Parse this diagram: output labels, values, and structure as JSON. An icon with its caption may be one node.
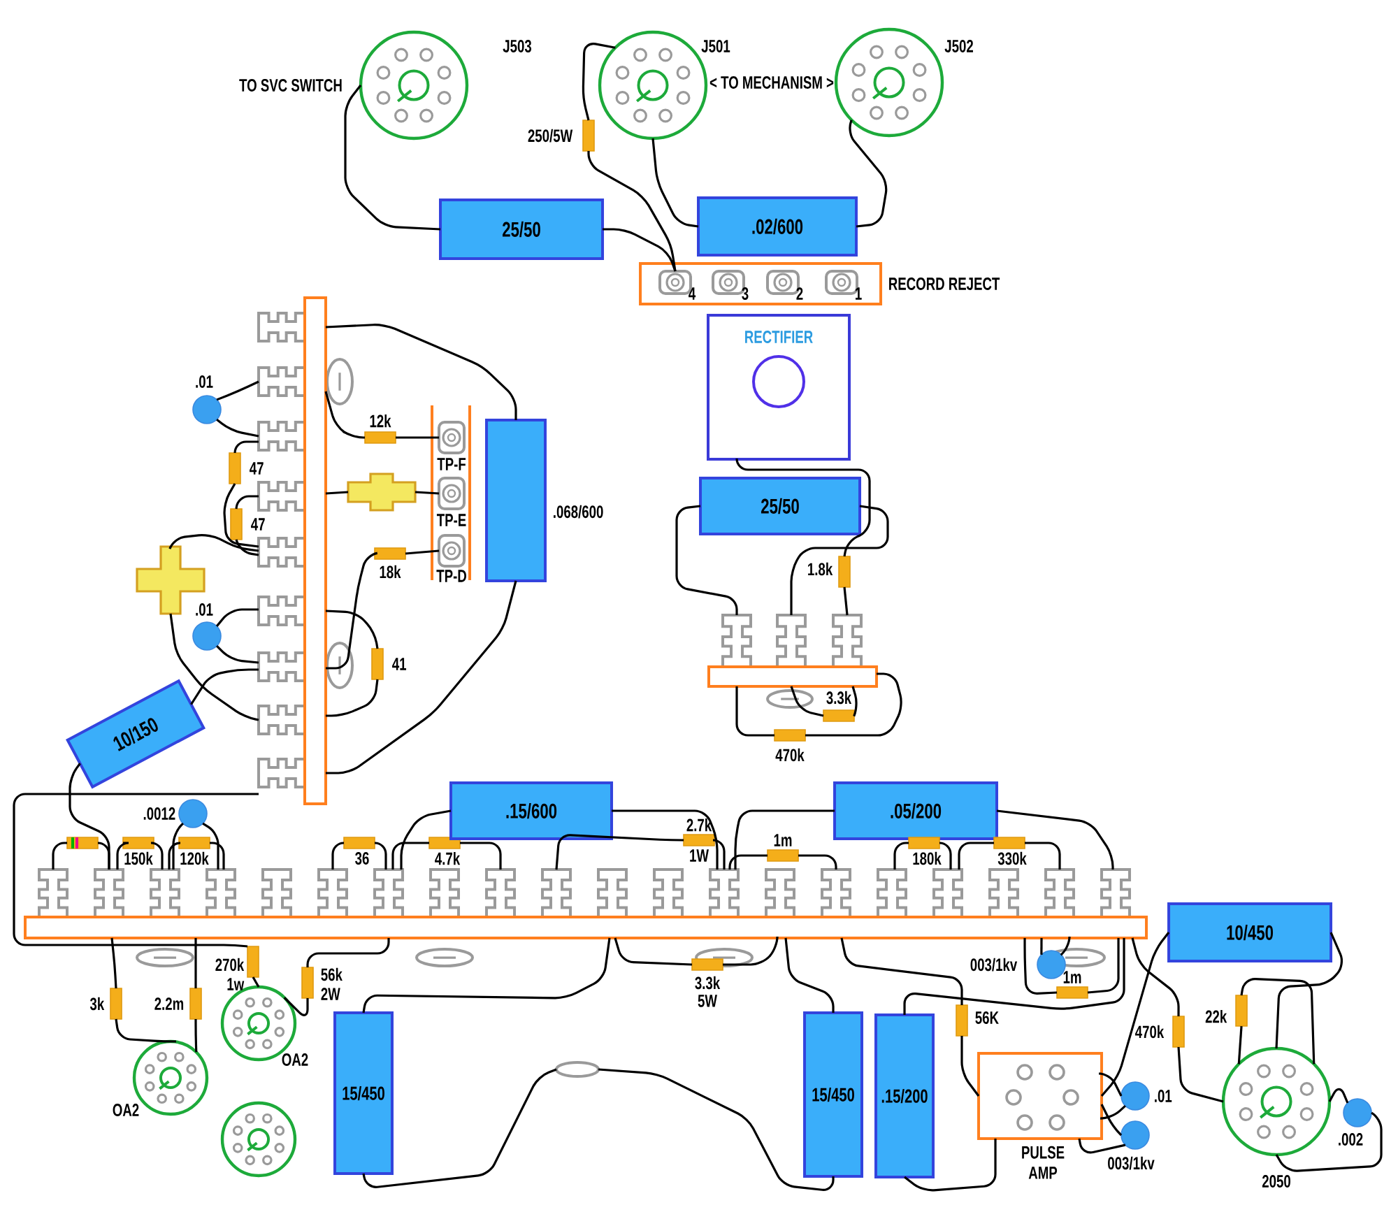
{
  "diagram": {
    "nodes": [
      {
        "text": [],
        "shape": "circle",
        "beside": [
          "J503"
        ]
      },
      {
        "text": [],
        "shape": "circle",
        "beside": [
          "J501"
        ]
      },
      {
        "text": [],
        "shape": "circle",
        "beside": [
          "J502"
        ]
      },
      {
        "text": [],
        "shape": "bar",
        "beside": [
          "250/5W"
        ]
      },
      {
        "text": [
          "25/50"
        ]
      },
      {
        "text": [
          ".02/600"
        ]
      },
      {
        "text": [
          "RECORD REJECT"
        ]
      },
      {
        "text": [],
        "shape": "box",
        "beside": [
          "4"
        ],
        "in": 6
      },
      {
        "text": [],
        "shape": "box",
        "beside": [
          "3"
        ],
        "in": 6
      },
      {
        "text": [],
        "shape": "box",
        "beside": [
          "2"
        ],
        "in": 6
      },
      {
        "text": [],
        "shape": "box",
        "beside": [
          "1"
        ],
        "in": 6
      },
      {
        "text": [
          "RECTIFIER"
        ]
      },
      {
        "text": [
          "25/50"
        ]
      },
      {
        "text": [],
        "shape": "bar",
        "beside": [
          "1.8k"
        ]
      },
      {
        "text": [],
        "shape": "bar"
      },
      {
        "text": [],
        "shape": "bar",
        "beside": [
          "3.3k"
        ]
      },
      {
        "text": [],
        "shape": "bar",
        "beside": [
          "470k"
        ]
      },
      {
        "text": [],
        "shape": "bar"
      },
      {
        "text": [],
        "shape": "circle",
        "beside": [
          ".01"
        ]
      },
      {
        "text": [],
        "shape": "bar",
        "beside": [
          "47"
        ]
      },
      {
        "text": [],
        "shape": "bar",
        "beside": [
          "47"
        ]
      },
      {
        "text": [],
        "shape": "cross"
      },
      {
        "text": [],
        "shape": "cross"
      },
      {
        "text": [],
        "shape": "circle",
        "beside": [
          ".01"
        ]
      },
      {
        "text": [],
        "shape": "bar",
        "beside": [
          "12k"
        ]
      },
      {
        "text": [],
        "shape": "bar",
        "beside": [
          "18k"
        ]
      },
      {
        "text": [],
        "shape": "box",
        "beside": [
          "TP-F"
        ]
      },
      {
        "text": [],
        "shape": "box",
        "beside": [
          "TP-E"
        ]
      },
      {
        "text": [],
        "shape": "box",
        "beside": [
          "TP-D"
        ]
      },
      {
        "text": [],
        "shape": "bar",
        "beside": [
          "41"
        ]
      },
      {
        "text": [],
        "shape": "box",
        "beside": [
          ".068/600"
        ]
      },
      {
        "text": [
          "10/150"
        ]
      },
      {
        "text": [],
        "shape": "bar"
      },
      {
        "text": [],
        "shape": "bar"
      },
      {
        "text": [],
        "shape": "bar",
        "beside": [
          "150k"
        ]
      },
      {
        "text": [],
        "shape": "bar",
        "beside": [
          "120k"
        ]
      },
      {
        "text": [],
        "shape": "circle",
        "beside": [
          ".0012"
        ]
      },
      {
        "text": [],
        "shape": "bar",
        "beside": [
          "36"
        ]
      },
      {
        "text": [],
        "shape": "bar",
        "beside": [
          "4.7k"
        ]
      },
      {
        "text": [
          ".15/600"
        ]
      },
      {
        "text": [],
        "shape": "bar",
        "beside": [
          "2.7k",
          "1W"
        ]
      },
      {
        "text": [],
        "shape": "bar",
        "beside": [
          "1m"
        ]
      },
      {
        "text": [
          ".05/200"
        ]
      },
      {
        "text": [],
        "shape": "bar",
        "beside": [
          "180k"
        ]
      },
      {
        "text": [],
        "shape": "bar",
        "beside": [
          "330k"
        ]
      },
      {
        "text": [],
        "shape": "bar",
        "beside": [
          "3k"
        ]
      },
      {
        "text": [],
        "shape": "bar",
        "beside": [
          "2.2m"
        ]
      },
      {
        "text": [],
        "shape": "bar",
        "beside": [
          "270k",
          "1w"
        ]
      },
      {
        "text": [],
        "shape": "bar",
        "beside": [
          "56k",
          "2W"
        ]
      },
      {
        "text": [],
        "shape": "circle",
        "beside": [
          "OA2"
        ]
      },
      {
        "text": [],
        "shape": "circle",
        "beside": [
          "OA2"
        ]
      },
      {
        "text": [],
        "shape": "circle"
      },
      {
        "text": [
          "15/450"
        ]
      },
      {
        "text": [
          "15/450"
        ]
      },
      {
        "text": [
          ".15/200"
        ]
      },
      {
        "text": [],
        "shape": "bar",
        "beside": [
          "3.3k",
          "5W"
        ]
      },
      {
        "text": [],
        "shape": "circle",
        "beside": [
          "003/1kv"
        ]
      },
      {
        "text": [],
        "shape": "bar",
        "beside": [
          "1m"
        ]
      },
      {
        "text": [],
        "shape": "bar",
        "beside": [
          "56K"
        ]
      },
      {
        "text": [
          "PULSE AMP"
        ]
      },
      {
        "text": [],
        "shape": "circle",
        "beside": [
          ".01"
        ]
      },
      {
        "text": [],
        "shape": "circle",
        "beside": [
          "003/1kv"
        ]
      },
      {
        "text": [
          "10/450"
        ]
      },
      {
        "text": [],
        "shape": "bar",
        "beside": [
          "470k"
        ]
      },
      {
        "text": [],
        "shape": "bar",
        "beside": [
          "22k"
        ]
      },
      {
        "text": [],
        "shape": "circle",
        "beside": [
          "2050"
        ]
      },
      {
        "text": [],
        "shape": "circle",
        "beside": [
          ".002"
        ]
      },
      {
        "text": [],
        "shape": "ellipse"
      }
    ],
    "edges": [
      {
        "from": 0,
        "to": 4,
        "arrow": "none"
      },
      {
        "from": 4,
        "to": 7,
        "arrow": "none"
      },
      {
        "from": 1,
        "to": 3,
        "arrow": "none"
      },
      {
        "from": 3,
        "to": 7,
        "arrow": "none"
      },
      {
        "from": 1,
        "to": 5,
        "arrow": "none"
      },
      {
        "from": 5,
        "to": 2,
        "arrow": "none"
      },
      {
        "from": 11,
        "to": 13,
        "arrow": "none"
      },
      {
        "from": 12,
        "to": 14,
        "arrow": "none"
      },
      {
        "from": 12,
        "to": 14,
        "arrow": "none"
      },
      {
        "from": 13,
        "to": 14,
        "arrow": "none"
      },
      {
        "from": 14,
        "to": 15,
        "arrow": "none"
      },
      {
        "from": 15,
        "to": 14,
        "arrow": "none"
      },
      {
        "from": 14,
        "to": 16,
        "arrow": "none"
      },
      {
        "from": 16,
        "to": 14,
        "arrow": "none"
      },
      {
        "from": 17,
        "to": 30,
        "arrow": "none"
      },
      {
        "from": 18,
        "to": 17,
        "arrow": "none"
      },
      {
        "from": 18,
        "to": 17,
        "arrow": "none"
      },
      {
        "from": 19,
        "to": 17,
        "arrow": "none"
      },
      {
        "from": 19,
        "to": 17,
        "arrow": "none"
      },
      {
        "from": 20,
        "to": 17,
        "arrow": "none"
      },
      {
        "from": 20,
        "to": 17,
        "arrow": "none"
      },
      {
        "from": 17,
        "to": 24,
        "arrow": "none"
      },
      {
        "from": 24,
        "to": 26,
        "arrow": "none"
      },
      {
        "from": 17,
        "to": 21,
        "arrow": "none"
      },
      {
        "from": 21,
        "to": 27,
        "arrow": "none"
      },
      {
        "from": 22,
        "to": 17,
        "arrow": "none"
      },
      {
        "from": 22,
        "to": 17,
        "arrow": "none"
      },
      {
        "from": 23,
        "to": 17,
        "arrow": "none"
      },
      {
        "from": 23,
        "to": 17,
        "arrow": "none"
      },
      {
        "from": 17,
        "to": 25,
        "arrow": "none"
      },
      {
        "from": 25,
        "to": 28,
        "arrow": "none"
      },
      {
        "from": 17,
        "to": 29,
        "arrow": "none"
      },
      {
        "from": 29,
        "to": 17,
        "arrow": "none"
      },
      {
        "from": 31,
        "to": 17,
        "arrow": "none"
      },
      {
        "from": 31,
        "to": 32,
        "arrow": "none"
      },
      {
        "from": 30,
        "to": 17,
        "arrow": "none"
      },
      {
        "from": 17,
        "to": 47,
        "arrow": "none"
      },
      {
        "from": 47,
        "to": 50,
        "arrow": "none"
      },
      {
        "from": 32,
        "to": 48,
        "arrow": "none"
      },
      {
        "from": 48,
        "to": 50,
        "arrow": "none"
      },
      {
        "from": 32,
        "to": 45,
        "arrow": "none"
      },
      {
        "from": 45,
        "to": 49,
        "arrow": "none"
      },
      {
        "from": 32,
        "to": 46,
        "arrow": "none"
      },
      {
        "from": 46,
        "to": 49,
        "arrow": "none"
      },
      {
        "from": 32,
        "to": 33,
        "arrow": "none"
      },
      {
        "from": 33,
        "to": 32,
        "arrow": "none"
      },
      {
        "from": 32,
        "to": 34,
        "arrow": "none"
      },
      {
        "from": 34,
        "to": 32,
        "arrow": "none"
      },
      {
        "from": 32,
        "to": 35,
        "arrow": "none"
      },
      {
        "from": 35,
        "to": 32,
        "arrow": "none"
      },
      {
        "from": 36,
        "to": 32,
        "arrow": "none"
      },
      {
        "from": 36,
        "to": 32,
        "arrow": "none"
      },
      {
        "from": 32,
        "to": 37,
        "arrow": "none"
      },
      {
        "from": 37,
        "to": 32,
        "arrow": "none"
      },
      {
        "from": 32,
        "to": 38,
        "arrow": "none"
      },
      {
        "from": 38,
        "to": 32,
        "arrow": "none"
      },
      {
        "from": 39,
        "to": 32,
        "arrow": "none"
      },
      {
        "from": 39,
        "to": 32,
        "arrow": "none"
      },
      {
        "from": 32,
        "to": 40,
        "arrow": "none"
      },
      {
        "from": 40,
        "to": 32,
        "arrow": "none"
      },
      {
        "from": 32,
        "to": 41,
        "arrow": "none"
      },
      {
        "from": 41,
        "to": 32,
        "arrow": "none"
      },
      {
        "from": 42,
        "to": 32,
        "arrow": "none"
      },
      {
        "from": 42,
        "to": 32,
        "arrow": "none"
      },
      {
        "from": 32,
        "to": 43,
        "arrow": "none"
      },
      {
        "from": 43,
        "to": 32,
        "arrow": "none"
      },
      {
        "from": 32,
        "to": 44,
        "arrow": "none"
      },
      {
        "from": 44,
        "to": 32,
        "arrow": "none"
      },
      {
        "from": 32,
        "to": 56,
        "arrow": "none"
      },
      {
        "from": 32,
        "to": 56,
        "arrow": "none"
      },
      {
        "from": 32,
        "to": 57,
        "arrow": "none"
      },
      {
        "from": 57,
        "to": 32,
        "arrow": "none"
      },
      {
        "from": 32,
        "to": 55,
        "arrow": "none"
      },
      {
        "from": 55,
        "to": 32,
        "arrow": "none"
      },
      {
        "from": 32,
        "to": 52,
        "arrow": "none"
      },
      {
        "from": 52,
        "to": 67,
        "arrow": "none"
      },
      {
        "from": 67,
        "to": 53,
        "arrow": "none"
      },
      {
        "from": 32,
        "to": 53,
        "arrow": "none"
      },
      {
        "from": 54,
        "to": 32,
        "arrow": "none"
      },
      {
        "from": 54,
        "to": 59,
        "arrow": "none"
      },
      {
        "from": 32,
        "to": 58,
        "arrow": "none"
      },
      {
        "from": 58,
        "to": 59,
        "arrow": "none"
      },
      {
        "from": 62,
        "to": 59,
        "arrow": "none"
      },
      {
        "from": 62,
        "to": 65,
        "arrow": "none"
      },
      {
        "from": 32,
        "to": 63,
        "arrow": "none"
      },
      {
        "from": 63,
        "to": 65,
        "arrow": "none"
      },
      {
        "from": 64,
        "to": 65,
        "arrow": "none"
      },
      {
        "from": 64,
        "to": 65,
        "arrow": "none"
      },
      {
        "from": 65,
        "to": 66,
        "arrow": "none"
      },
      {
        "from": 65,
        "to": 66,
        "arrow": "none"
      },
      {
        "from": 59,
        "to": 60,
        "arrow": "none"
      },
      {
        "from": 59,
        "to": 60,
        "arrow": "none"
      },
      {
        "from": 59,
        "to": 61,
        "arrow": "none"
      },
      {
        "from": 59,
        "to": 61,
        "arrow": "none"
      }
    ],
    "labels": [
      "TO SVC SWITCH",
      "< TO MECHANISM >"
    ]
  }
}
